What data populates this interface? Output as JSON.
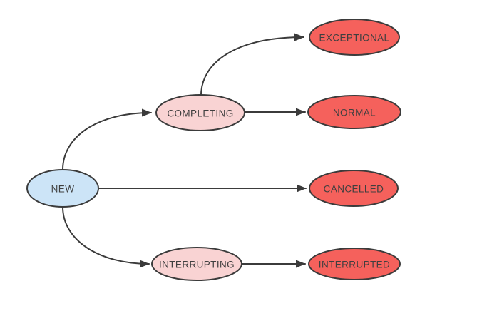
{
  "diagram": {
    "type": "state-transition-diagram",
    "nodes": {
      "new": {
        "label": "NEW",
        "fill": "#cce4f7",
        "role": "initial"
      },
      "completing": {
        "label": "COMPLETING",
        "fill": "#f9d3d3",
        "role": "intermediate"
      },
      "interrupting": {
        "label": "INTERRUPTING",
        "fill": "#f9d3d3",
        "role": "intermediate"
      },
      "exceptional": {
        "label": "EXCEPTIONAL",
        "fill": "#f5615c",
        "role": "terminal"
      },
      "normal": {
        "label": "NORMAL",
        "fill": "#f5615c",
        "role": "terminal"
      },
      "cancelled": {
        "label": "CANCELLED",
        "fill": "#f5615c",
        "role": "terminal"
      },
      "interrupted": {
        "label": "INTERRUPTED",
        "fill": "#f5615c",
        "role": "terminal"
      }
    },
    "edges": [
      {
        "from": "NEW",
        "to": "COMPLETING",
        "shape": "curved"
      },
      {
        "from": "NEW",
        "to": "CANCELLED",
        "shape": "straight"
      },
      {
        "from": "NEW",
        "to": "INTERRUPTING",
        "shape": "curved"
      },
      {
        "from": "COMPLETING",
        "to": "EXCEPTIONAL",
        "shape": "curved"
      },
      {
        "from": "COMPLETING",
        "to": "NORMAL",
        "shape": "straight"
      },
      {
        "from": "INTERRUPTING",
        "to": "INTERRUPTED",
        "shape": "straight"
      }
    ]
  },
  "colors": {
    "background": "#ffffff",
    "node_border": "#3b3b3b",
    "edge_stroke": "#3b3b3b",
    "label_text": "#3f3f3f"
  }
}
